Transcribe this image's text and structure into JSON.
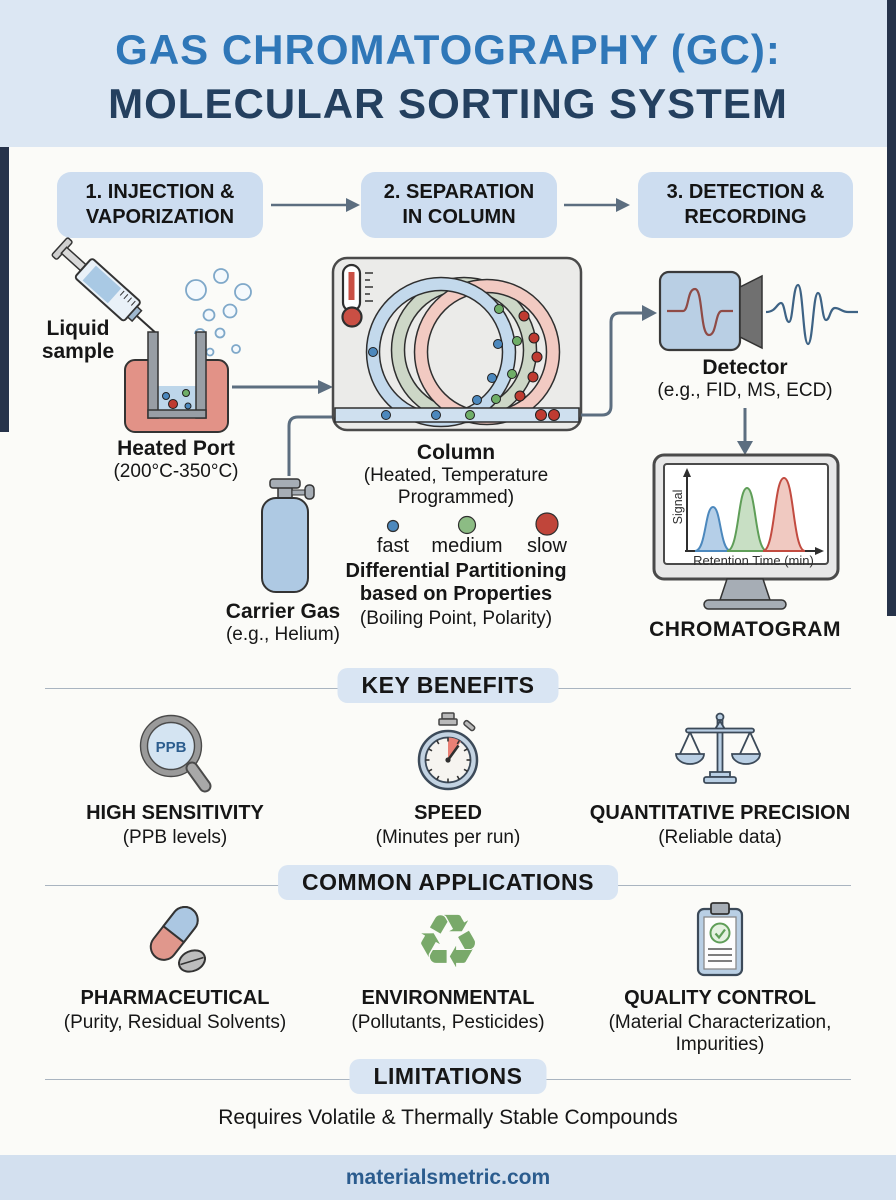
{
  "header": {
    "title_line1": "GAS CHROMATOGRAPHY (GC):",
    "title_line2": "MOLECULAR SORTING SYSTEM"
  },
  "steps": {
    "items": [
      {
        "line1": "1. INJECTION &",
        "line2": "VAPORIZATION"
      },
      {
        "line1": "2. SEPARATION",
        "line2": "IN COLUMN"
      },
      {
        "line1": "3. DETECTION &",
        "line2": "RECORDING"
      }
    ]
  },
  "injection": {
    "liquid_sample": "Liquid sample",
    "heated_port_title": "Heated Port",
    "heated_port_sub": "(200°C-350°C)",
    "carrier_gas_title": "Carrier Gas",
    "carrier_gas_sub": "(e.g., Helium)"
  },
  "column_section": {
    "title": "Column",
    "subtitle_line1": "(Heated, Temperature",
    "subtitle_line2": "Programmed)",
    "legend": [
      {
        "label": "fast",
        "color": "#4c88bd"
      },
      {
        "label": "medium",
        "color": "#6fae67"
      },
      {
        "label": "slow",
        "color": "#bf3b31"
      }
    ],
    "partitioning_line1": "Differential Partitioning",
    "partitioning_line2": "based on Properties",
    "partitioning_sub": "(Boiling Point, Polarity)"
  },
  "detection": {
    "detector_title": "Detector",
    "detector_sub": "(e.g., FID, MS, ECD)",
    "chromatogram_label": "CHROMATOGRAM",
    "y_axis": "Signal",
    "x_axis": "Retention Time (min)"
  },
  "benefits": {
    "heading": "KEY BENEFITS",
    "items": [
      {
        "title": "HIGH SENSITIVITY",
        "sub": "(PPB levels)",
        "badge": "PPB",
        "icon": "magnifier-ppb-icon"
      },
      {
        "title": "SPEED",
        "sub": "(Minutes per run)",
        "icon": "stopwatch-icon"
      },
      {
        "title": "QUANTITATIVE PRECISION",
        "sub": "(Reliable data)",
        "icon": "balance-scale-icon"
      }
    ]
  },
  "applications": {
    "heading": "COMMON APPLICATIONS",
    "items": [
      {
        "title": "PHARMACEUTICAL",
        "sub": "(Purity, Residual Solvents)",
        "icon": "pill-capsule-icon"
      },
      {
        "title": "ENVIRONMENTAL",
        "sub": "(Pollutants, Pesticides)",
        "icon": "recycle-icon",
        "glyph": "♻"
      },
      {
        "title": "QUALITY CONTROL",
        "sub": "(Material Characterization, Impurities)",
        "icon": "clipboard-check-icon"
      }
    ]
  },
  "limitations": {
    "heading": "LIMITATIONS",
    "text": "Requires Volatile & Thermally Stable Compounds"
  },
  "footer": {
    "site": "materialsmetric.com"
  },
  "colors": {
    "header_band": "#dce7f3",
    "title_blue": "#2f77b8",
    "title_navy": "#24405f",
    "step_box": "#cdddf0",
    "arrow": "#5c6e80",
    "molecule_fast_blue": "#4c88bd",
    "molecule_medium_green": "#6fae67",
    "molecule_slow_red": "#bf3b31",
    "heated_port_red": "#e29287",
    "cylinder_blue": "#aec9e3",
    "footer_band": "#d3e0ef",
    "footer_text": "#2b5c8e"
  }
}
